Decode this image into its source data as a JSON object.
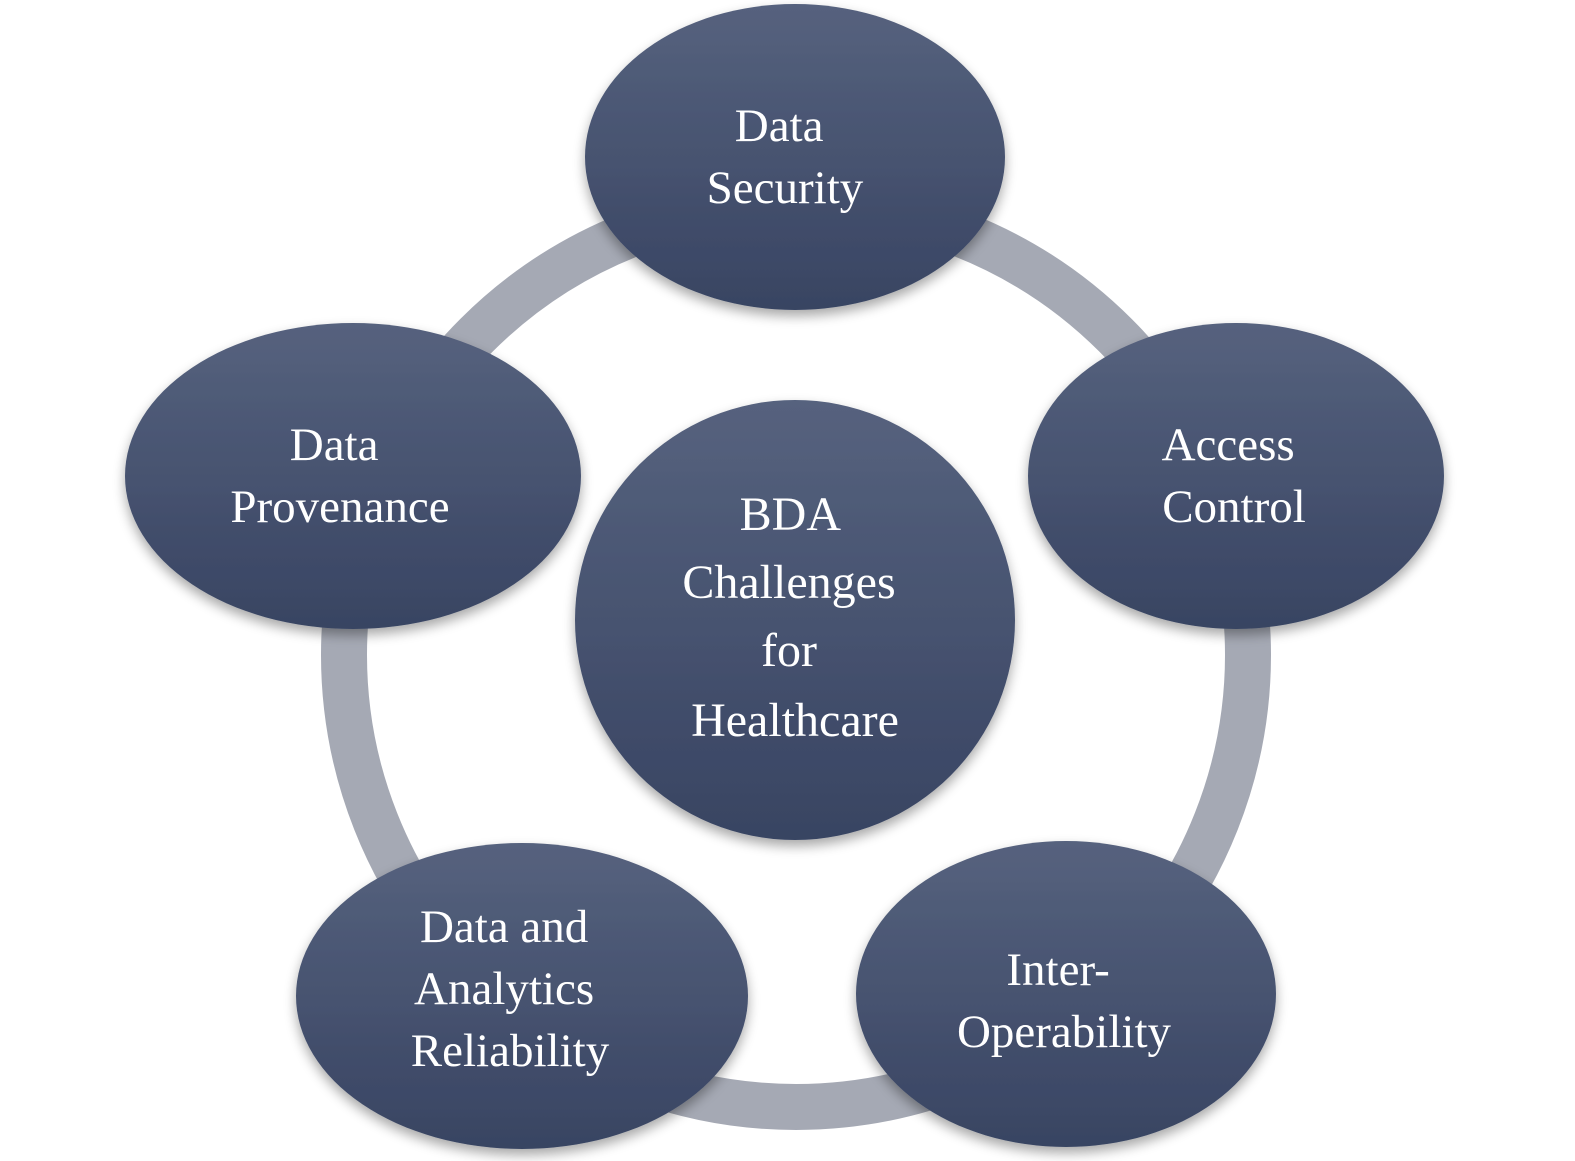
{
  "colors": {
    "ring": "#a5a9b4",
    "node_top": "#56627e",
    "node_bottom": "#384462",
    "text": "#ffffff"
  },
  "center": {
    "lines": [
      "BDA",
      "Challenges",
      "for",
      "Healthcare"
    ]
  },
  "nodes": [
    {
      "id": "data-security",
      "lines": [
        "Data",
        "Security"
      ]
    },
    {
      "id": "access-control",
      "lines": [
        "Access",
        "Control"
      ]
    },
    {
      "id": "inter-operability",
      "lines": [
        "Inter-",
        "Operability"
      ]
    },
    {
      "id": "data-analytics-reliability",
      "lines": [
        "Data and",
        "Analytics",
        "Reliability"
      ]
    },
    {
      "id": "data-provenance",
      "lines": [
        "Data",
        "Provenance"
      ]
    }
  ]
}
